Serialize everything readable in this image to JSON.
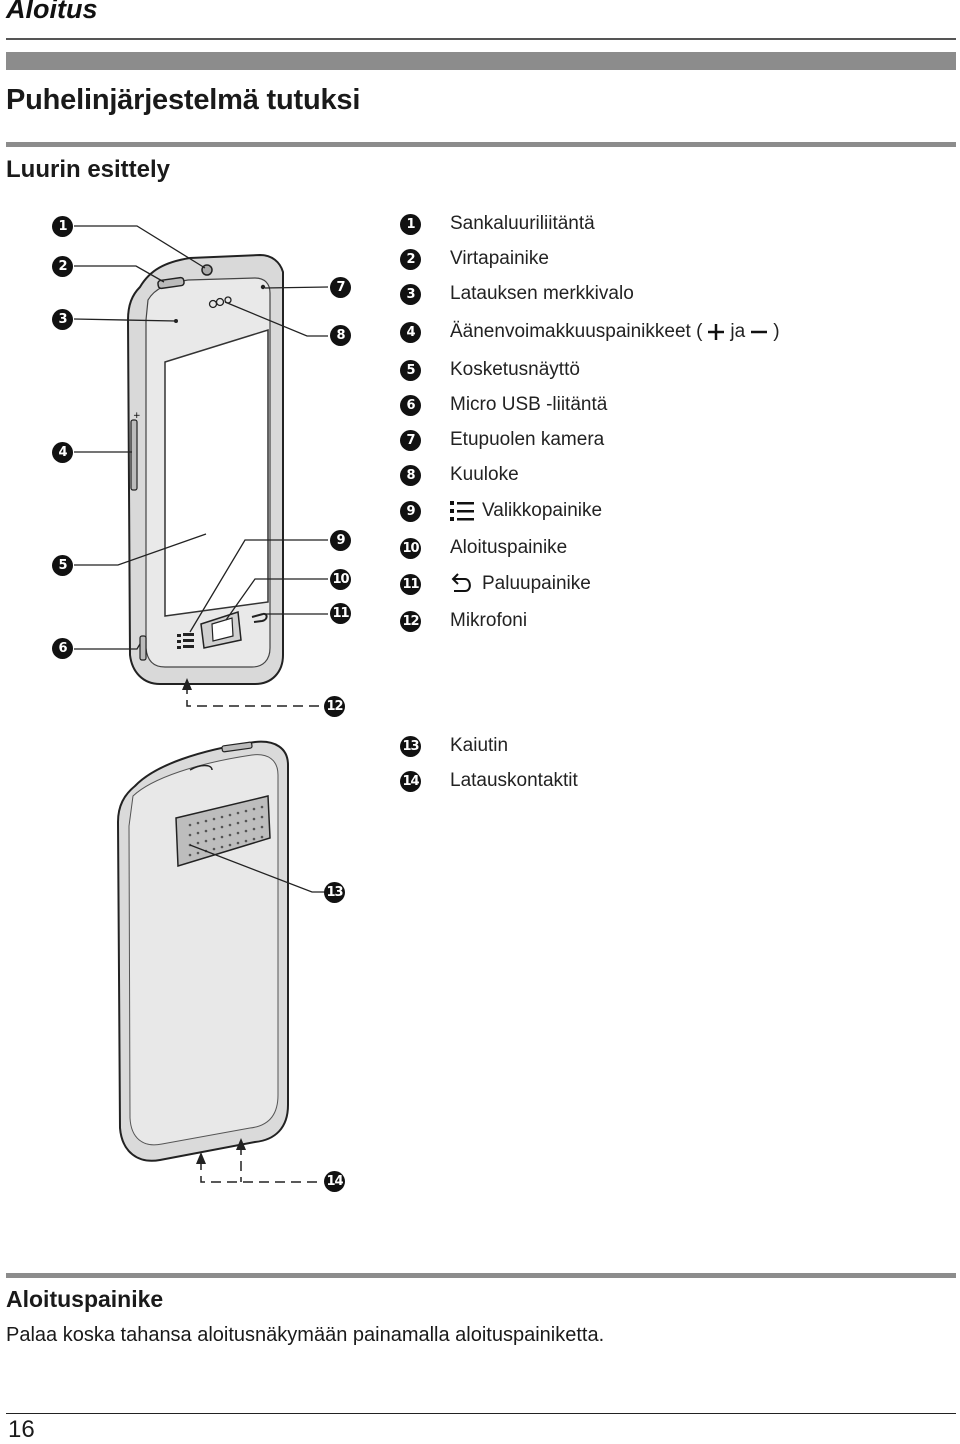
{
  "header": {
    "section": "Aloitus"
  },
  "page_title": "Puhelinjärjestelmä tutuksi",
  "subtitle": "Luurin esittely",
  "legend_front": [
    {
      "num": "1",
      "text": "Sankaluuriliitäntä"
    },
    {
      "num": "2",
      "text": "Virtapainike"
    },
    {
      "num": "3",
      "text": "Latauksen merkkivalo"
    },
    {
      "num": "4",
      "text_before": "Äänenvoimakkuuspainikkeet (",
      "text_mid": "ja",
      "text_after": ")"
    },
    {
      "num": "5",
      "text": "Kosketusnäyttö"
    },
    {
      "num": "6",
      "text": "Micro USB -liitäntä"
    },
    {
      "num": "7",
      "text": "Etupuolen kamera"
    },
    {
      "num": "8",
      "text": "Kuuloke"
    },
    {
      "num": "9",
      "text": "Valikkopainike",
      "icon": "menu-list-icon"
    },
    {
      "num": "10",
      "text": "Aloituspainike"
    },
    {
      "num": "11",
      "text": "Paluupainike",
      "icon": "back-arrow-icon"
    },
    {
      "num": "12",
      "text": "Mikrofoni"
    }
  ],
  "legend_back": [
    {
      "num": "13",
      "text": "Kaiutin"
    },
    {
      "num": "14",
      "text": "Latauskontaktit"
    }
  ],
  "callouts": [
    "1",
    "2",
    "3",
    "4",
    "5",
    "6",
    "7",
    "8",
    "9",
    "10",
    "11",
    "12",
    "13",
    "14"
  ],
  "bottom": {
    "heading": "Aloituspainike",
    "text": "Palaa koska tahansa aloitusnäkymään painamalla aloituspainiketta."
  },
  "page_number": "16"
}
